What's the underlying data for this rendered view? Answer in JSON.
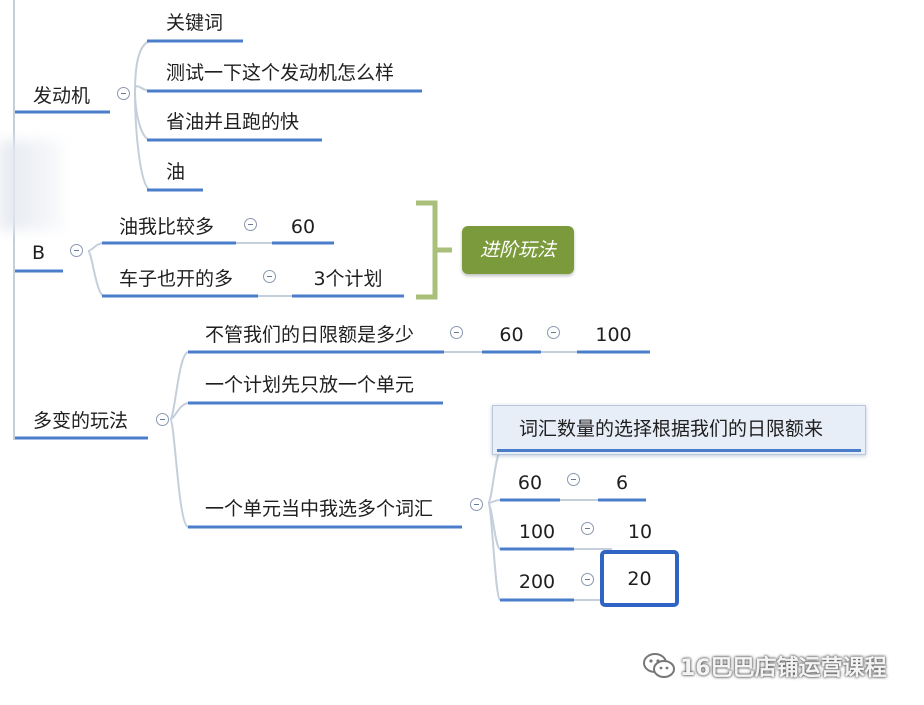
{
  "nodes": {
    "engine": "发动机",
    "keyword": "关键词",
    "test_engine": "测试一下这个发动机怎么样",
    "fuel_save": "省油并且跑的快",
    "oil": "油",
    "b": "B",
    "more_oil": "油我比较多",
    "more_oil_val": "60",
    "more_car": "车子也开的多",
    "more_car_val": "3个计划",
    "advanced": "进阶玩法",
    "varied": "多变的玩法",
    "daily_limit": "不管我们的日限额是多少",
    "daily_60": "60",
    "daily_100": "100",
    "one_unit": "一个计划先只放一个单元",
    "multi_words": "一个单元当中我选多个词汇",
    "callout": "词汇数量的选择根据我们的日限额来",
    "r1_a": "60",
    "r1_b": "6",
    "r2_a": "100",
    "r2_b": "10",
    "r3_a": "200",
    "r3_b": "20"
  },
  "watermark": {
    "text": "16巴巴店铺运营课程",
    "icon": "wechat-icon"
  },
  "colors": {
    "underline": "#4a7ecb",
    "connector": "#c5cfdc",
    "bracket": "#a9bf7a",
    "badge": "#7b9a3c",
    "highlight": "#2f63c4"
  }
}
